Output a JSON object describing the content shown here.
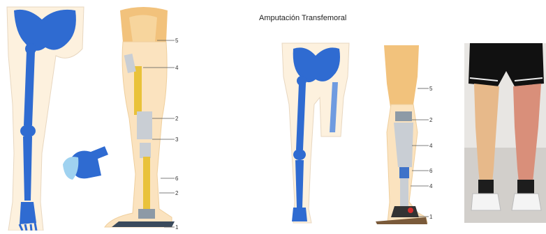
{
  "title": "Amputación Transfemoral",
  "left_prosthesis_labels": [
    "5",
    "4",
    "2",
    "3",
    "6",
    "2",
    "1"
  ],
  "mid_prosthesis_labels": [
    "5",
    "2",
    "4",
    "6",
    "4",
    "1"
  ],
  "colors": {
    "bone_blue": "#2f6bd1",
    "skin": "#fbe3bf",
    "socket": "#f2c27c",
    "pylon_yellow": "#e9c23a",
    "metal": "#c9ced4",
    "photo_bg": "#e8e6e3"
  }
}
